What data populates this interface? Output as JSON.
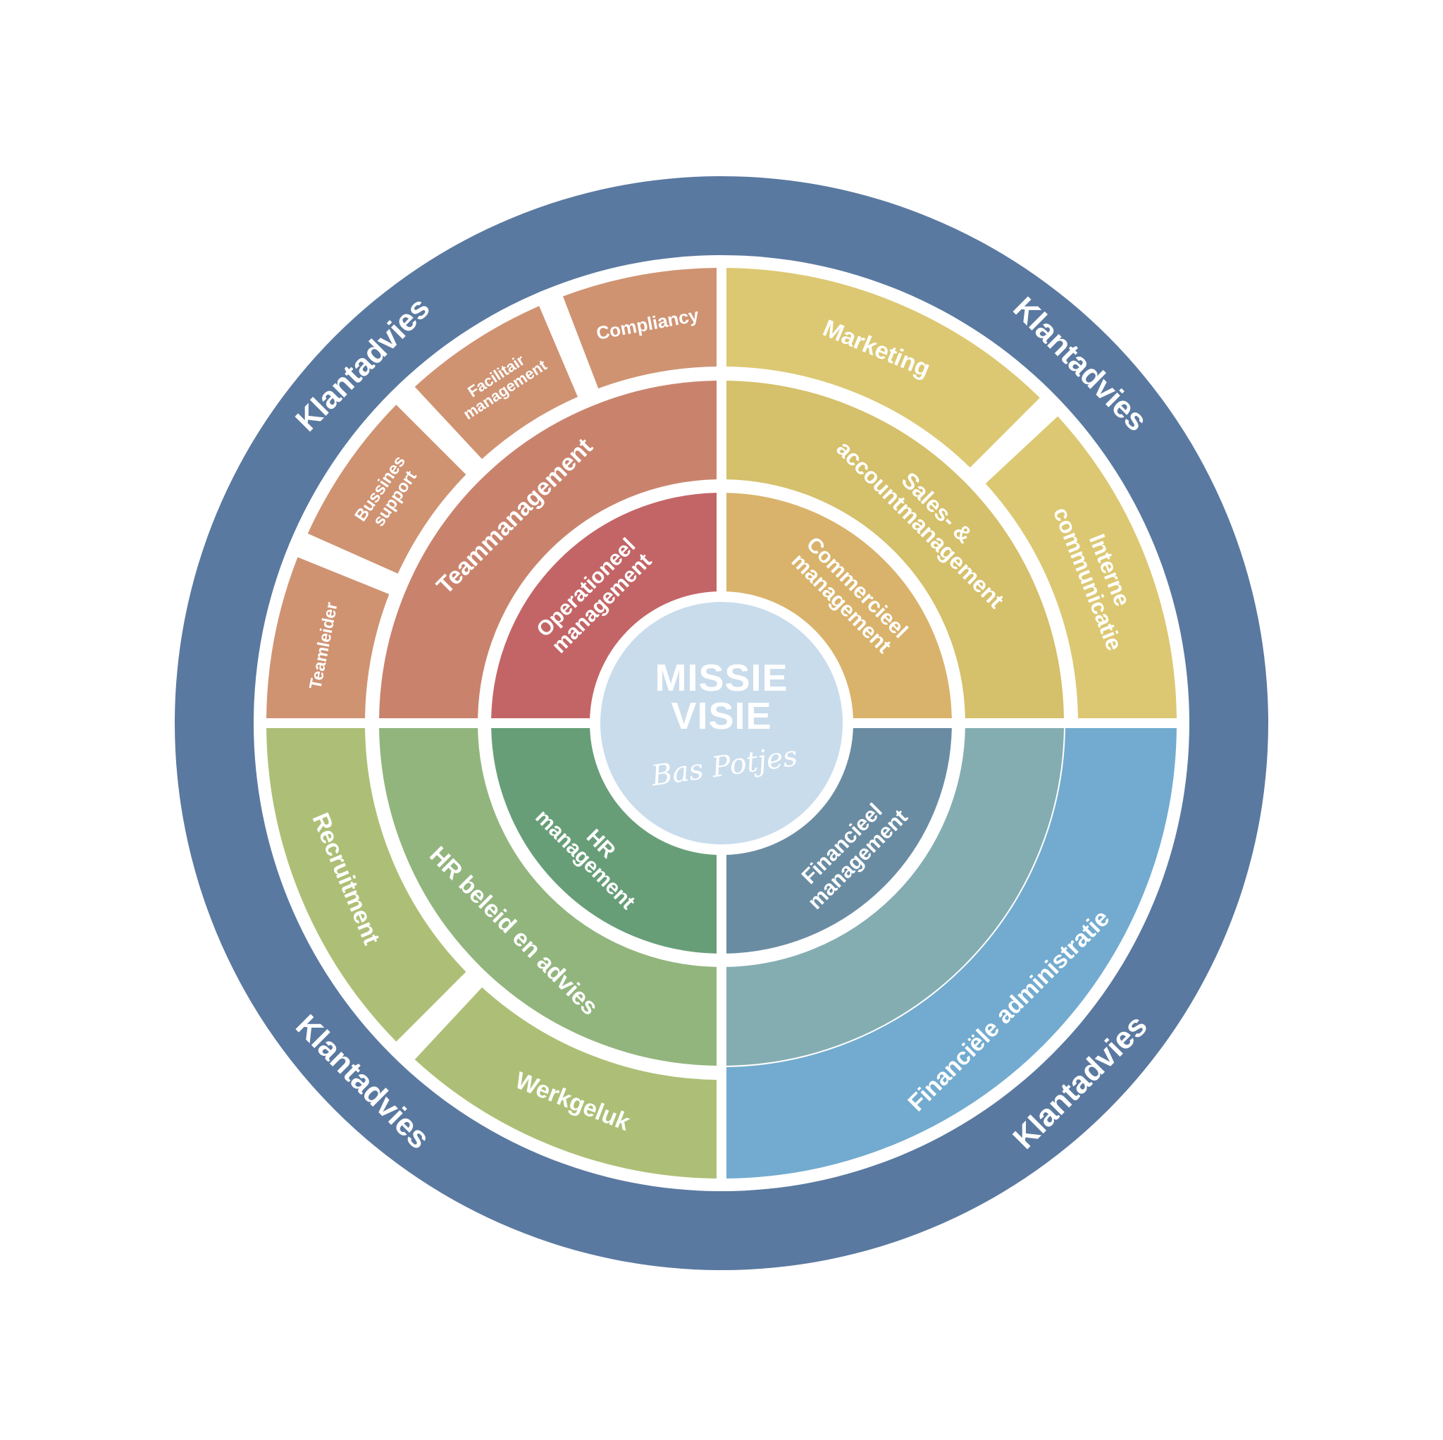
{
  "center": {
    "line1": "MISSIE",
    "line2": "VISIE",
    "signature": "Bas Potjes",
    "color": "#c9dcec"
  },
  "outer_ring": {
    "label": "Klantadvies",
    "color": "#5a79a0"
  },
  "segments": [
    {
      "id": "operationeel-management",
      "lines": [
        "Operationeel",
        "management"
      ],
      "color": "#c36566"
    },
    {
      "id": "teammanagement",
      "lines": [
        "Teammanagement"
      ],
      "color": "#c9836d"
    },
    {
      "id": "teamleider",
      "lines": [
        "Teamleider"
      ],
      "color": "#cf9372"
    },
    {
      "id": "bussines-support",
      "lines": [
        "Bussines",
        "support"
      ],
      "color": "#cf9372"
    },
    {
      "id": "facilitair-management",
      "lines": [
        "Facilitair",
        "management"
      ],
      "color": "#cf9372"
    },
    {
      "id": "compliancy",
      "lines": [
        "Compliancy"
      ],
      "color": "#cf9372"
    },
    {
      "id": "commercieel-management",
      "lines": [
        "Commercieel",
        "management"
      ],
      "color": "#d9b36c"
    },
    {
      "id": "sales-accountmanagement",
      "lines": [
        "Sales- &",
        "accountmanagement"
      ],
      "color": "#d5c06b"
    },
    {
      "id": "marketing",
      "lines": [
        "Marketing"
      ],
      "color": "#dcc872"
    },
    {
      "id": "interne-communicatie",
      "lines": [
        "Interne",
        "communicatie"
      ],
      "color": "#dcc872"
    },
    {
      "id": "hr-management",
      "lines": [
        "HR",
        "management"
      ],
      "color": "#679e78"
    },
    {
      "id": "hr-beleid-en-advies",
      "lines": [
        "HR beleid en advies"
      ],
      "color": "#92b57d"
    },
    {
      "id": "recruitment",
      "lines": [
        "Recruitment"
      ],
      "color": "#adbf76"
    },
    {
      "id": "werkgeluk",
      "lines": [
        "Werkgeluk"
      ],
      "color": "#adbf76"
    },
    {
      "id": "financieel-management",
      "lines": [
        "Financieel",
        "management"
      ],
      "color": "#6a8ca3"
    },
    {
      "id": "financieel-middle",
      "lines": [],
      "color": "#84adb2"
    },
    {
      "id": "financiele-administratie",
      "lines": [
        "Financiële administratie"
      ],
      "color": "#72abcf"
    }
  ]
}
